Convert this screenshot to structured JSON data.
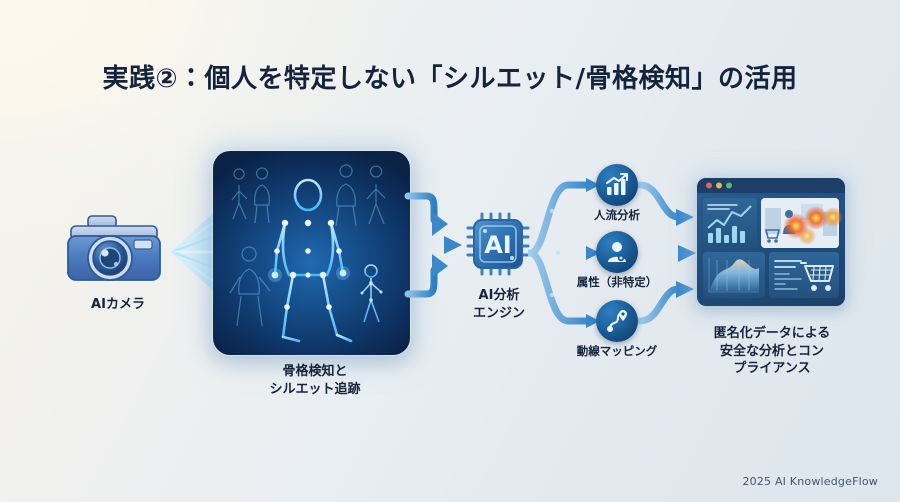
{
  "slide": {
    "title": "実践②：個人を特定しない「シルエット/骨格検知」の活用",
    "footer": "2025 AI KnowledgeFlow",
    "background_accent": "#f7f3e8",
    "background_accent_2": "#dde6ed"
  },
  "flow": {
    "camera": {
      "label": "AIカメラ",
      "icon": "camera-icon",
      "color": "#3f74b8"
    },
    "beam": {
      "icon": "light-beam-icon",
      "color": "#5fc8f5"
    },
    "detection_panel": {
      "label": "骨格検知と\nシルエット追跡",
      "icon": "skeleton-silhouette-icon",
      "panel_color": "#11447e",
      "glow_color": "#57c8ff"
    },
    "engine": {
      "label": "AI分析\nエンジン",
      "chip_text": "AI",
      "icon": "ai-chip-icon",
      "color": "#2f7fc0"
    },
    "outputs": [
      {
        "label": "人流分析",
        "icon": "bar-chart-trend-icon"
      },
      {
        "label": "属性（非特定）",
        "icon": "user-profile-icon"
      },
      {
        "label": "動線マッピング",
        "icon": "route-mapping-icon"
      }
    ],
    "dashboard": {
      "label": "匿名化データによる\n安全な分析とコン\nプライアンス",
      "icon": "analytics-dashboard-icon",
      "window_buttons": [
        "#e8625c",
        "#e8b84b",
        "#5bba63"
      ],
      "panels": [
        {
          "name": "line-chart-panel",
          "icon": "line-chart-icon"
        },
        {
          "name": "heatmap-store-panel",
          "icon": "heatmap-icon"
        },
        {
          "name": "area-chart-panel",
          "icon": "area-chart-icon"
        },
        {
          "name": "cart-stats-panel",
          "icon": "shopping-cart-icon"
        }
      ],
      "heatmap_colors": [
        "#e84a2b",
        "#f2c12e",
        "#2f7fc0"
      ]
    },
    "arrow_color": "#3c87c9"
  }
}
